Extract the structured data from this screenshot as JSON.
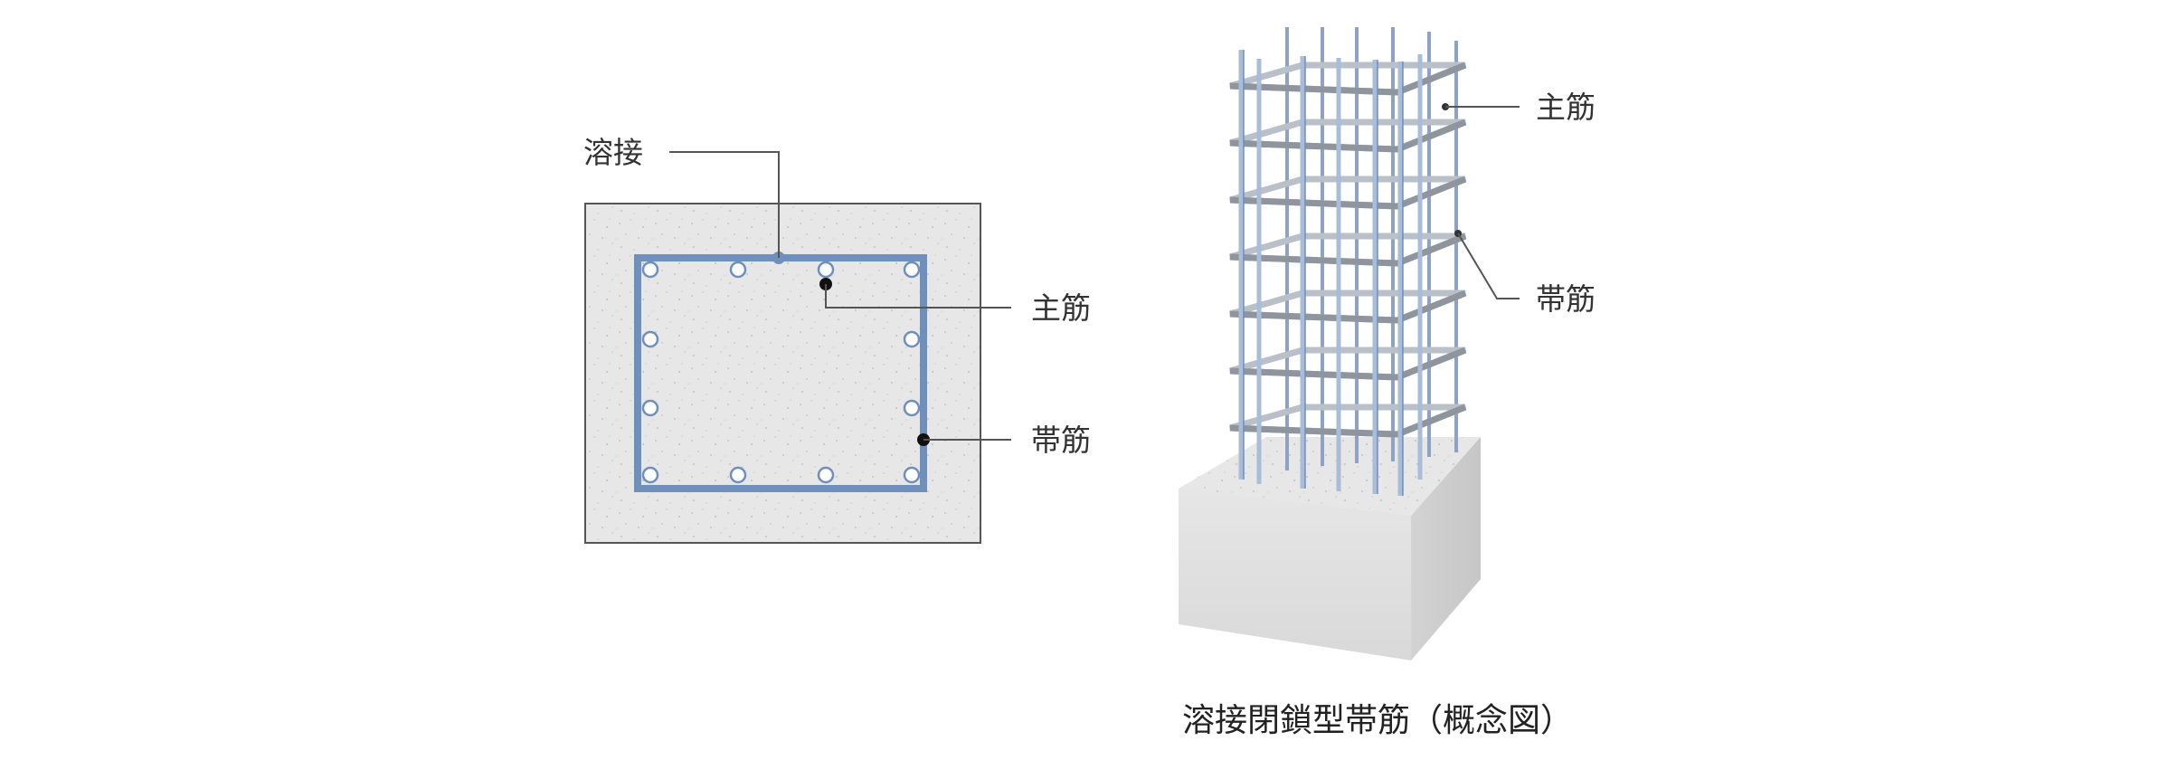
{
  "cross_section": {
    "labels": {
      "weld": "溶接",
      "main_rebar": "主筋",
      "hoop": "帯筋"
    }
  },
  "column_3d": {
    "labels": {
      "main_rebar": "主筋",
      "hoop": "帯筋"
    }
  },
  "caption": "溶接閉鎖型帯筋（概念図）",
  "colors": {
    "hoop_blue": "#6f8fbd",
    "concrete": "#e6e6e6",
    "concrete_edge": "#555555",
    "leader_line": "#555555",
    "rebar_gray": "#b9c0c8",
    "rebar_dark": "#8e959d"
  }
}
